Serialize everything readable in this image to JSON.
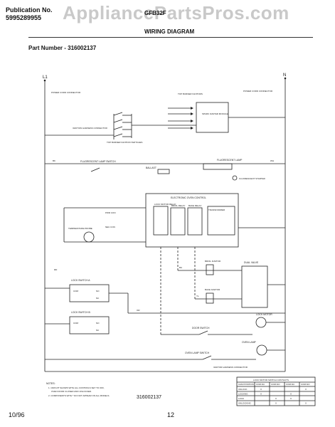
{
  "header": {
    "publication_label": "Publication No.",
    "publication_number": "5995289955",
    "model": "GFB32F",
    "watermark": "AppliancePartsPros.com",
    "section_title": "WIRING DIAGRAM",
    "part_number": "Part Number - 316002137"
  },
  "diagram": {
    "line_terminal": "L1",
    "neutral_terminal": "N",
    "labels": {
      "power_cord_left": "POWER CORD CONNECTOR",
      "power_cord_right": "POWER CORD CONNECTOR",
      "ignition_harness": "IGNITION HARNESS CONNECTOR",
      "top_burner_switches": "TOP BURNER IGNITION SWITCHES",
      "top_burner_ignitors": "TOP BURNER IGNITORS",
      "spark_module": "SPARK IGNITER MODULE",
      "fluorescent_lamp_switch": "FLUORESCENT LAMP SWITCH",
      "ballast": "BALLAST",
      "fluorescent_lamp": "FLUORESCENT LAMP",
      "fluorescent_starter": "FLUORESCENT STARTER",
      "control_title": "ELECTRONIC OVEN CONTROL",
      "lock_motor_relay": "LOCK MOTOR RELAY",
      "broil_relay": "BROIL RELAY",
      "bake_relay": "BAKE RELAY",
      "transformer": "TRANSFORMER",
      "pwr_con": "PWR CON",
      "neutral_con": "NEU CON",
      "temperature_probe": "TEMPERATURE PROBE",
      "lock_switch_a": "LOCK SWITCH A",
      "lock_switch_b": "LOCK SWITCH B",
      "broil_ignitor": "BROIL IGNITOR",
      "dual_valve": "DUAL VALVE",
      "bake_ignitor": "BAKE IGNITOR",
      "door_switch": "DOOR SWITCH",
      "lock_motor": "LOCK MOTOR",
      "oven_lamp_switch": "OVEN LAMP SWITCH",
      "oven_lamp": "OVEN LAMP",
      "ignitor_harness": "IGNITOR HARNESS CONNECTOR",
      "com": "COM",
      "no": "NO",
      "nc": "NC",
      "spark_ref": "SPK",
      "wire_bk": "BK",
      "wire_wh": "WH",
      "wire_rd": "RD",
      "wire_or": "OR",
      "wire_bu": "BU",
      "wire_yl": "YL",
      "wire_br": "BR",
      "wire_gy": "GY"
    },
    "notes": {
      "title": "NOTES:",
      "line1": "1. CIRCUIT SHOWN WITH ALL CONTROLS SET TO OFF,",
      "line1b": "OVEN DOOR CLOSED AND UNLOCKED.",
      "line2": "2. COMPONENTS WITH * DO NOT APPEAR ON ALL MODELS."
    },
    "drawing_number": "316002137",
    "lock_table": {
      "title": "LOCK MOTOR SWITCH CONTACTS",
      "headers": [
        "CAM POSITION",
        "COM-NC",
        "COM-NO",
        "COM-NC",
        "COM-NO"
      ],
      "rows": [
        [
          "UNLOCK",
          "X",
          "",
          "",
          "X"
        ],
        [
          "LOCKING",
          "X",
          "",
          "X",
          ""
        ],
        [
          "LOCK",
          "",
          "X",
          "X",
          ""
        ],
        [
          "UNLOCKING",
          "",
          "X",
          "",
          "X"
        ]
      ]
    }
  },
  "footer": {
    "date": "10/96",
    "page": "12"
  }
}
